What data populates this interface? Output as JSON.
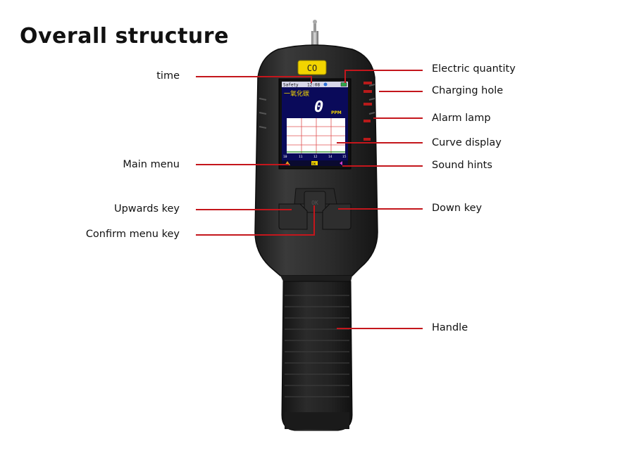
{
  "title": "Overall structure",
  "device": {
    "gas_tag": "CO",
    "screen": {
      "status_left": "Safety",
      "status_time": "12:08",
      "gas_name": "一氧化碳",
      "reading": "0",
      "unit": "PPM",
      "x_ticks": [
        "10",
        "11",
        "12",
        "14",
        "15"
      ],
      "button_hint": "OK"
    }
  },
  "callouts_left": {
    "time": "time",
    "main_menu": "Main menu",
    "upwards_key": "Upwards key",
    "confirm_menu_key": "Confirm menu key"
  },
  "callouts_right": {
    "electric_quantity": "Electric quantity",
    "charging_hole": "Charging hole",
    "alarm_lamp": "Alarm lamp",
    "curve_display": "Curve display",
    "sound_hints": "Sound hints",
    "down_key": "Down key",
    "handle": "Handle"
  },
  "colors": {
    "leader_line": "#c4161c",
    "device_body": "#2f2f2f",
    "gas_tag_bg": "#f2d400",
    "screen_bg": "#0a0a5a"
  }
}
